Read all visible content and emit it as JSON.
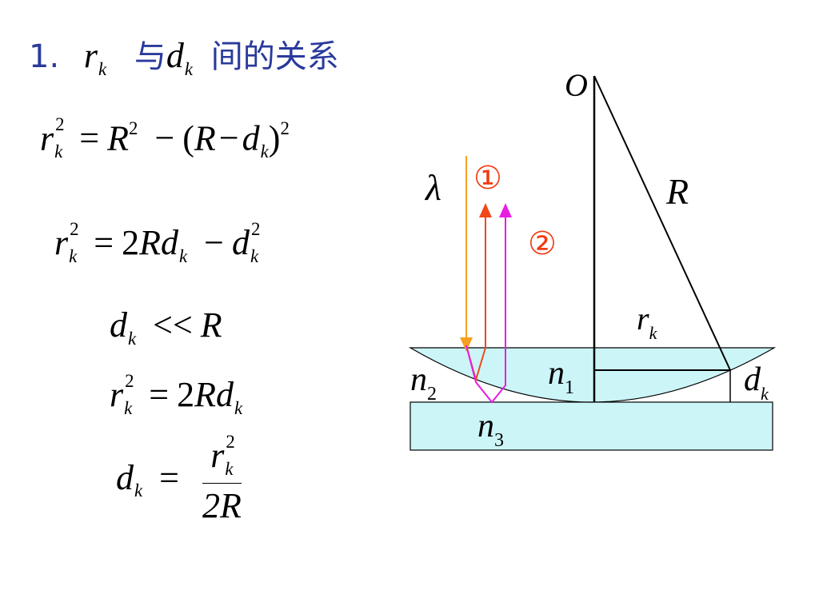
{
  "title": {
    "number": "1.",
    "r": "r",
    "k1": "k",
    "yu": "与",
    "d": "d",
    "k2": "k",
    "rest": "间的关系"
  },
  "eq1": {
    "r": "r",
    "k": "k",
    "two": "2",
    "eqsign": "=",
    "R": "R",
    "two2": "2",
    "minus": "−",
    "lp": "(",
    "R2": "R",
    "minus2": "−",
    "d": "d",
    "k2": "k",
    "rp": ")",
    "two3": "2"
  },
  "eq2": {
    "r": "r",
    "k": "k",
    "two": "2",
    "eqsign": "=",
    "coef": "2",
    "R": "R",
    "d": "d",
    "k2": "k",
    "minus": "−",
    "d2": "d",
    "k3": "k",
    "two2": "2"
  },
  "eq3": {
    "d": "d",
    "k": "k",
    "ll": "<<",
    "R": "R"
  },
  "eq4": {
    "r": "r",
    "k": "k",
    "two": "2",
    "eqsign": "=",
    "coef": "2",
    "R": "R",
    "d": "d",
    "k2": "k"
  },
  "eq5": {
    "d": "d",
    "k": "k",
    "eqsign": "=",
    "num_r": "r",
    "num_k": "k",
    "num_two": "2",
    "den": "2R"
  },
  "diagram": {
    "label_O": "O",
    "label_R": "R",
    "label_lambda": "λ",
    "label_ray1": "①",
    "label_ray2": "②",
    "label_rk_r": "r",
    "label_rk_k": "k",
    "label_dk_d": "d",
    "label_dk_k": "k",
    "label_n1": "n",
    "label_n1_sub": "1",
    "label_n2": "n",
    "label_n2_sub": "2",
    "label_n3": "n",
    "label_n3_sub": "3"
  },
  "colors": {
    "title": "#2a3a9c",
    "lens_fill": "#ccf5f8",
    "incident_ray": "#f5a020",
    "ray1": "#f04818",
    "ray2": "#e81ee0",
    "circled_labels": "#f03a10"
  }
}
